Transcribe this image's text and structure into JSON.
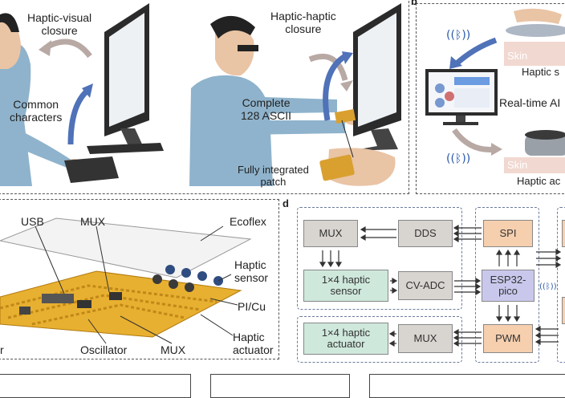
{
  "panel_a": {
    "left_caption": "Haptic-visual\nclosure",
    "left_side_label": "Common\ncharacters",
    "right_caption": "Haptic-haptic\nclosure",
    "right_side_label": "Complete\n128 ASCII",
    "patch_label": "Fully integrated\npatch"
  },
  "panel_b": {
    "letter": "b",
    "skin_top": "Skin",
    "haptic_sensor_label": "Haptic s",
    "realtime_label": "Real-time AI",
    "skin_bottom": "Skin",
    "haptic_actuator_label": "Haptic ac"
  },
  "panel_c": {
    "usb": "USB",
    "mux_top": "MUX",
    "ecoflex": "Ecoflex",
    "haptic_sensor": "Haptic\nsensor",
    "picu": "PI/Cu",
    "haptic_actuator": "Haptic\nactuator",
    "oscillator": "Oscillator",
    "mux_bottom": "MUX",
    "cut_r": "r"
  },
  "panel_d": {
    "letter": "d",
    "blocks": {
      "mux1": "MUX",
      "dds": "DDS",
      "sensor": "1×4 haptic\nsensor",
      "cvadc": "CV-ADC",
      "actuator": "1×4 haptic\nactuator",
      "mux2": "MUX",
      "spi": "SPI",
      "esp": "ESP32-\npico",
      "pwm": "PWM"
    }
  },
  "colors": {
    "gray_block": "#d8d4d0",
    "green_block": "#cfe8dc",
    "orange_block": "#f6cfae",
    "lilac_block": "#c9c8ec",
    "pcb_gold": "#e8b030"
  }
}
